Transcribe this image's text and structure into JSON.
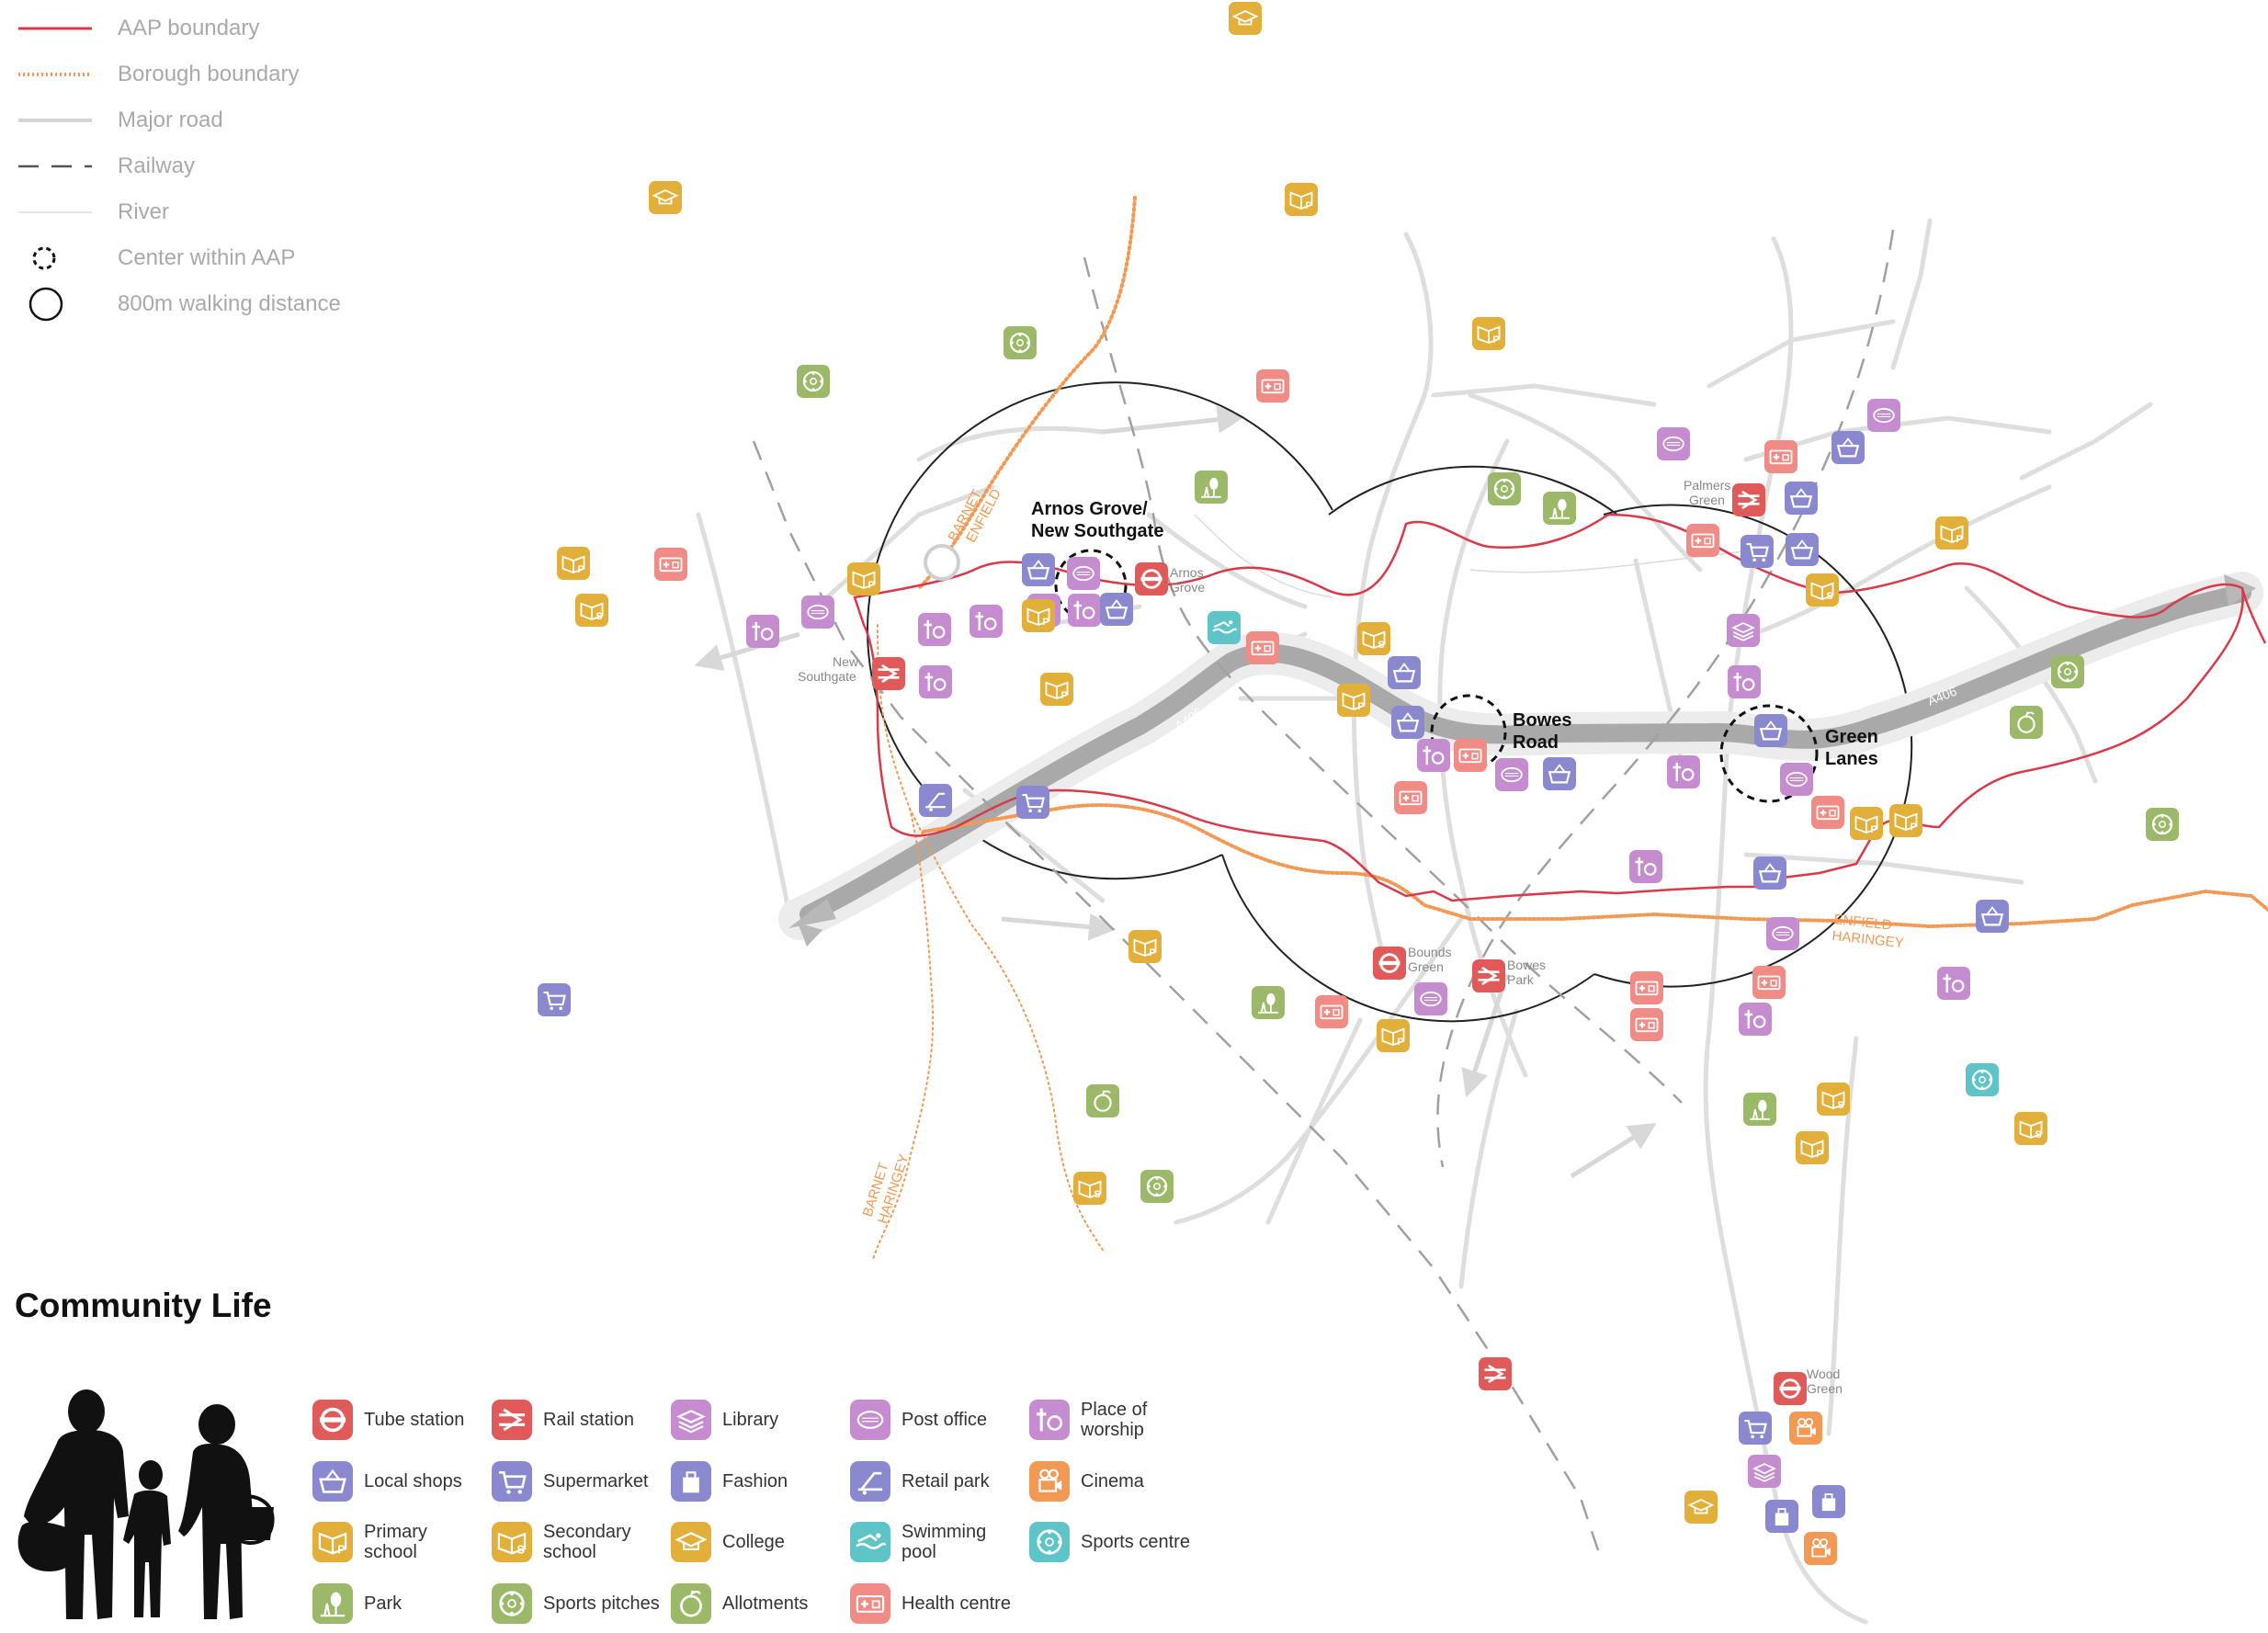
{
  "line_legend": [
    {
      "label": "AAP boundary",
      "kind": "aap"
    },
    {
      "label": "Borough boundary",
      "kind": "borough"
    },
    {
      "label": "Major road",
      "kind": "road"
    },
    {
      "label": "Railway",
      "kind": "rail"
    },
    {
      "label": "River",
      "kind": "river"
    },
    {
      "label": "Center within AAP",
      "kind": "center"
    },
    {
      "label": "800m walking distance",
      "kind": "walk"
    }
  ],
  "section_title": "Community Life",
  "category_legend": [
    {
      "id": "tube",
      "label": "Tube station",
      "color": "#e05a5a",
      "icon": "tube-icon"
    },
    {
      "id": "rail",
      "label": "Rail station",
      "color": "#e05a5a",
      "icon": "rail-icon"
    },
    {
      "id": "library",
      "label": "Library",
      "color": "#c58cd0",
      "icon": "library-icon"
    },
    {
      "id": "post",
      "label": "Post office",
      "color": "#c58cd0",
      "icon": "post-office-icon"
    },
    {
      "id": "worship",
      "label": "Place of worship",
      "color": "#c58cd0",
      "icon": "worship-icon"
    },
    {
      "id": "local",
      "label": "Local shops",
      "color": "#8a88cf",
      "icon": "basket-icon"
    },
    {
      "id": "supermarket",
      "label": "Supermarket",
      "color": "#8a88cf",
      "icon": "trolley-icon"
    },
    {
      "id": "fashion",
      "label": "Fashion",
      "color": "#8a88cf",
      "icon": "bag-icon"
    },
    {
      "id": "retail",
      "label": "Retail park",
      "color": "#8a88cf",
      "icon": "retail-park-icon"
    },
    {
      "id": "cinema",
      "label": "Cinema",
      "color": "#f29a55",
      "icon": "cinema-icon"
    },
    {
      "id": "primary",
      "label": "Primary school",
      "color": "#e2b03a",
      "icon": "book-p-icon"
    },
    {
      "id": "secondary",
      "label": "Secondary school",
      "color": "#e2b03a",
      "icon": "book-s-icon"
    },
    {
      "id": "college",
      "label": "College",
      "color": "#e2b03a",
      "icon": "mortarboard-icon"
    },
    {
      "id": "swim",
      "label": "Swimming pool",
      "color": "#5fc4c8",
      "icon": "swimmer-icon"
    },
    {
      "id": "sports_centre",
      "label": "Sports centre",
      "color": "#5fc4c8",
      "icon": "ball-icon"
    },
    {
      "id": "park",
      "label": "Park",
      "color": "#9cb96a",
      "icon": "tree-icon"
    },
    {
      "id": "pitches",
      "label": "Sports pitches",
      "color": "#9cb96a",
      "icon": "ball-icon"
    },
    {
      "id": "allotments",
      "label": "Allotments",
      "color": "#9cb96a",
      "icon": "apple-icon"
    },
    {
      "id": "health",
      "label": "Health centre",
      "color": "#f08c85",
      "icon": "health-icon"
    }
  ],
  "centres": [
    {
      "name": "Arnos Grove/\nNew Southgate"
    },
    {
      "name": "Bowes\nRoad"
    },
    {
      "name": "Green\nLanes"
    }
  ],
  "station_labels": [
    "Arnos\nGrove",
    "New\nSouthgate",
    "Palmers\nGreen",
    "Bounds\nGreen",
    "Bowes\nPark",
    "Wood\nGreen"
  ],
  "boundary_labels": [
    "BARNET\nENFIELD",
    "ENFIELD\nHARINGEY",
    "BARNET\nHARINGEY"
  ],
  "road_labels": [
    "A406",
    "A406"
  ]
}
